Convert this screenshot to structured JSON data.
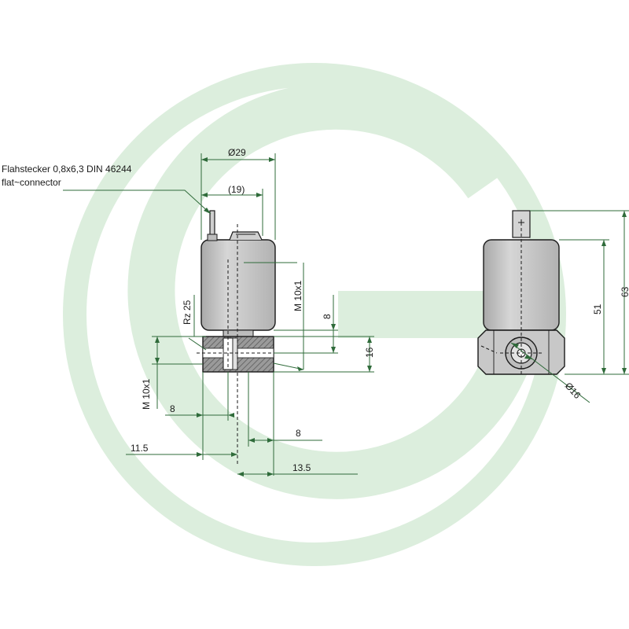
{
  "callout": {
    "line1": "Flahstecker 0,8x6,3 DIN 46244",
    "line2": "flat~connector"
  },
  "dimensions": {
    "d29": "Ø29",
    "d19": "(19)",
    "rz25": "Rz 25",
    "m10x1_upper": "M 10x1",
    "m10x1_lower": "M 10x1",
    "v8": "8",
    "v16": "16",
    "h8_left": "8",
    "h11_5": "11.5",
    "h8_right": "8",
    "h13_5": "13.5",
    "v51": "51",
    "v63": "63",
    "d16": "Ø16"
  },
  "colors": {
    "watermark": "#dceedd",
    "body_fill": "#c4c4c4",
    "dim_line": "#2f6b3a",
    "outline": "#1a1a1a"
  }
}
